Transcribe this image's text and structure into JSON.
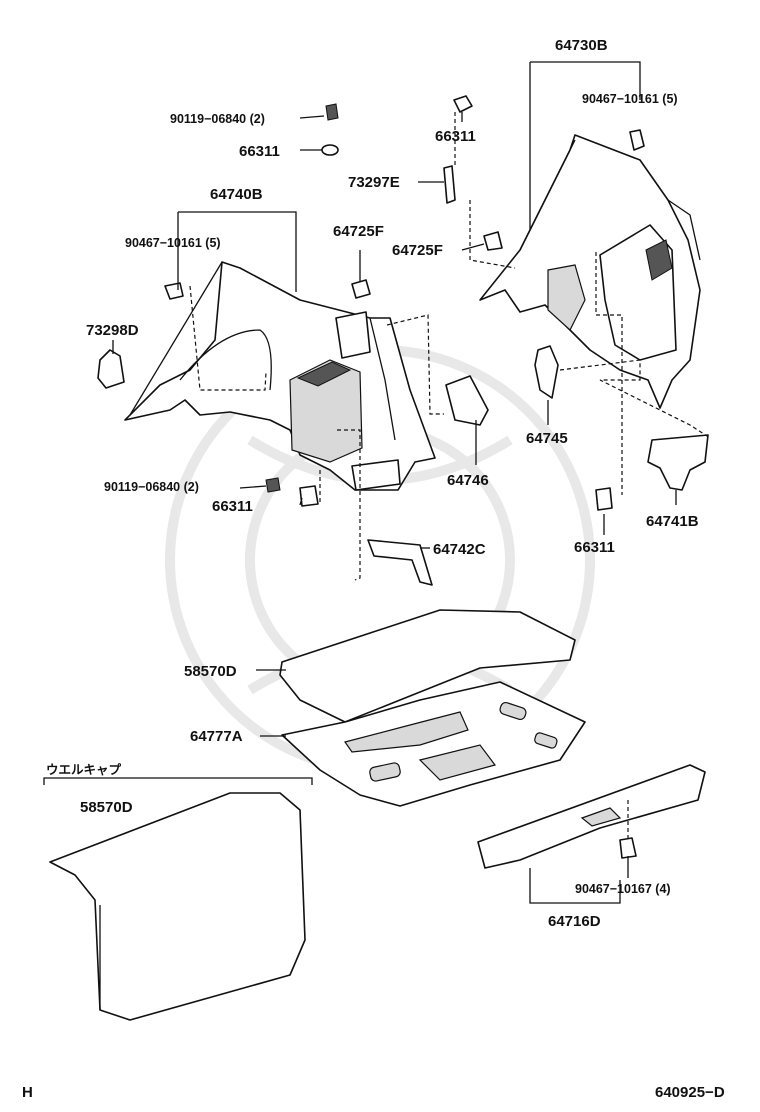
{
  "parts": {
    "p64730B": "64730B",
    "p90467_10161_5_right": "90467−10161 (5)",
    "p66311_top_center": "66311",
    "p90119_06840_2_top": "90119−06840 (2)",
    "p66311_top_left": "66311",
    "p73297E": "73297E",
    "p64740B": "64740B",
    "p90467_10161_5_left": "90467−10161 (5)",
    "p64725F_left": "64725F",
    "p64725F_right": "64725F",
    "p73298D": "73298D",
    "p64746": "64746",
    "p64745": "64745",
    "p90119_06840_2_bottom": "90119−06840 (2)",
    "p66311_mid_left": "66311",
    "p64742C": "64742C",
    "p64741B": "64741B",
    "p66311_mid_right": "66311",
    "p58570D_top": "58570D",
    "p64777A": "64777A",
    "p_welcap": "ウエルキャプ",
    "p58570D_bottom": "58570D",
    "p90467_10167_4": "90467−10167 (4)",
    "p64716D": "64716D"
  },
  "footer": {
    "left_code": "H",
    "right_code": "640925−D"
  }
}
